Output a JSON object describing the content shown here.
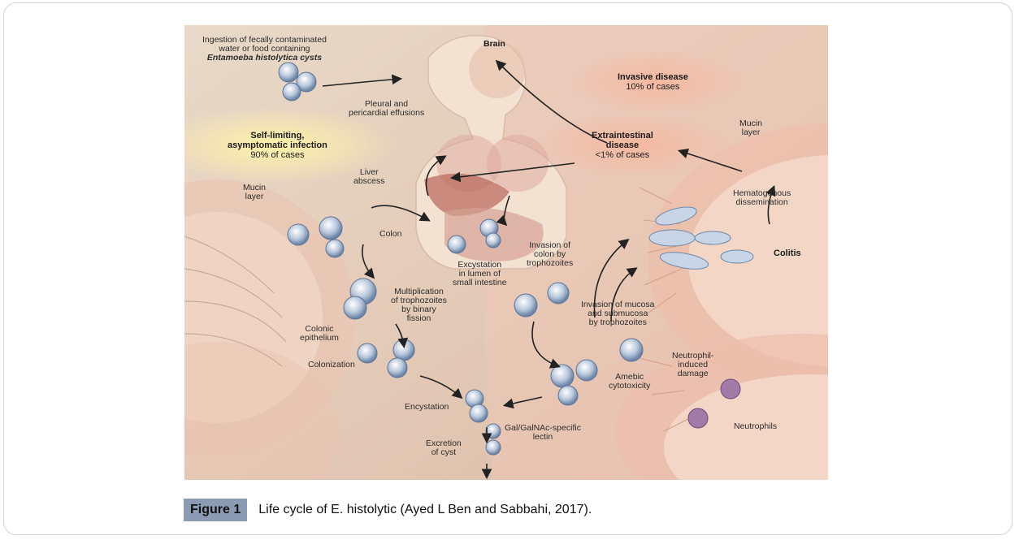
{
  "figure": {
    "label": "Figure 1",
    "caption": "Life cycle of E. histolytic (Ayed L Ben and Sabbahi, 2017)."
  },
  "diagram": {
    "ingestion": [
      "Ingestion of fecally contaminated",
      "water or food containing",
      "Entamoeba histolytica cysts"
    ],
    "brain": "Brain",
    "invasive": [
      "Invasive disease",
      "10% of cases"
    ],
    "pleural": [
      "Pleural and",
      "pericardial effusions"
    ],
    "self_limiting": [
      "Self-limiting,",
      "asymptomatic infection",
      "90% of cases"
    ],
    "extraintestinal": [
      "Extraintestinal",
      "disease",
      "<1% of cases"
    ],
    "mucin_right": [
      "Mucin",
      "layer"
    ],
    "liver": [
      "Liver",
      "abscess"
    ],
    "mucin_left": [
      "Mucin",
      "layer"
    ],
    "hematogenous": [
      "Hematogenous",
      "dissemination"
    ],
    "colon": "Colon",
    "excystation": [
      "Excystation",
      "in lumen of",
      "small intestine"
    ],
    "invasion_colon": [
      "Invasion of",
      "colon by",
      "trophozoites"
    ],
    "colitis": "Colitis",
    "multiplication": [
      "Multiplication",
      "of trophozoites",
      "by binary",
      "fission"
    ],
    "invasion_mucosa": [
      "Invasion of mucosa",
      "and submucosa",
      "by trophozoites"
    ],
    "colonic_epithelium": [
      "Colonic",
      "epithelium"
    ],
    "neutrophil_damage": [
      "Neutrophil-",
      "induced",
      "damage"
    ],
    "colonization": "Colonization",
    "amebic": [
      "Amebic",
      "cytotoxicity"
    ],
    "encystation": "Encystation",
    "neutrophils": "Neutrophils",
    "lectin": [
      "Gal/GalNAc-specific",
      "lectin"
    ],
    "excretion": [
      "Excretion",
      "of cyst"
    ]
  }
}
